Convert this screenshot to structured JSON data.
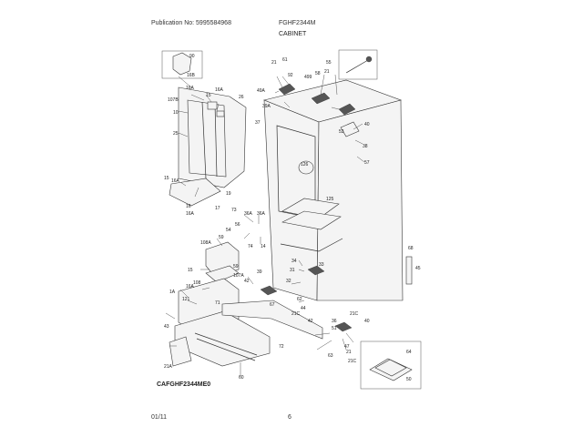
{
  "header": {
    "publication": "Publication No: 5995584968",
    "model": "FGHF2344M",
    "section_title": "CABINET"
  },
  "footer": {
    "date": "01/11",
    "page": "6"
  },
  "diagram_code": "CAFGHF2344ME0",
  "part_labels": {
    "l90": "90",
    "l16b": "16B",
    "l16a_1": "16A",
    "l15_1": "15",
    "l16a_2": "16A",
    "l26": "26",
    "l107b": "107B",
    "l10": "10",
    "l25": "25",
    "l15_2": "15",
    "l16a_3": "16A",
    "l19": "19",
    "l16_1": "16",
    "l17": "17",
    "l16a_4": "16A",
    "l21_1": "21",
    "l61": "61",
    "l55": "55",
    "l92": "92",
    "l499": "499",
    "l58": "58",
    "l21_2": "21",
    "l49a": "49A",
    "l39a": "39A",
    "l37": "37",
    "l40": "40",
    "l53": "53",
    "l38": "38",
    "l126": "126",
    "l57": "57",
    "l125": "125",
    "l73": "73",
    "l36a_1": "36A",
    "l36a_2": "36A",
    "l56": "56",
    "l54": "54",
    "l74": "74",
    "l59": "59",
    "l14": "14",
    "l108a": "108A",
    "l68": "68",
    "l45": "45",
    "l15_3": "15",
    "l108": "108",
    "l59b": "59",
    "l107a": "107A",
    "l42": "42",
    "l39": "39",
    "l34": "34",
    "l31": "31",
    "l32": "32",
    "l33": "33",
    "l1a": "1A",
    "l121": "121",
    "l16a_5": "16A",
    "l71": "71",
    "l67": "67",
    "l62": "62",
    "l44": "44",
    "l21c_1": "21C",
    "l21c_2": "21C",
    "l42b": "42",
    "l36": "36",
    "l51": "51",
    "l40b": "40",
    "l72": "72",
    "l63": "63",
    "l47": "47",
    "l21b": "21",
    "l43": "43",
    "l21a": "21A",
    "l60": "60",
    "l21c_3": "21C",
    "l64": "64",
    "l50": "50"
  }
}
